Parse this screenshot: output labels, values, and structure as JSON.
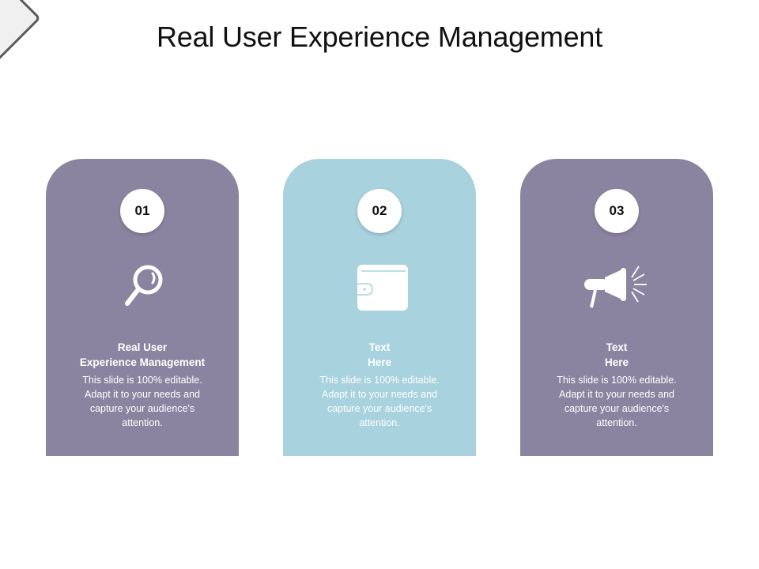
{
  "slide": {
    "title": "Real User Experience Management"
  },
  "colors": {
    "purple_card": "#8b84a0",
    "blue_card": "#a8d2de",
    "badge_bg": "#ffffff",
    "text_on_card": "#ffffff",
    "title_text": "#111111"
  },
  "cards": [
    {
      "number": "01",
      "icon": "magnifier-icon",
      "heading_line1": "Real User",
      "heading_line2": "Experience Management",
      "body": "This slide is 100% editable. Adapt it to your needs and capture your audience's attention."
    },
    {
      "number": "02",
      "icon": "wallet-icon",
      "heading_line1": "Text",
      "heading_line2": "Here",
      "body": "This slide is 100% editable. Adapt it to your needs and capture your audience's attention."
    },
    {
      "number": "03",
      "icon": "megaphone-icon",
      "heading_line1": "Text",
      "heading_line2": "Here",
      "body": "This slide is 100% editable. Adapt it to your needs and capture your audience's attention."
    }
  ]
}
